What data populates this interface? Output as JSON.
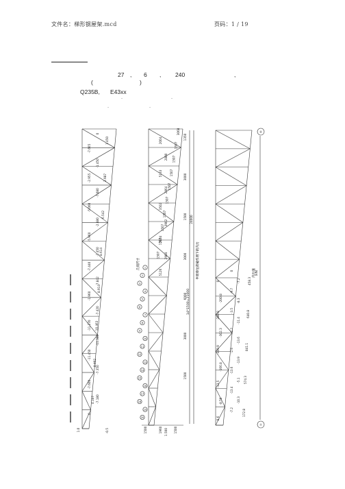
{
  "header": {
    "file_label": "文件名：梯形钢屋架.mcd",
    "page_label": "页码：1 / 19"
  },
  "intro": {
    "span": "27",
    "comma1": ",",
    "spacing": "6",
    "comma2": ",",
    "load": "240",
    "comma3": ",",
    "open_paren": "(",
    "close_paren": ")",
    "steel": "Q235B,",
    "electrode": "E43xx",
    "dot1": "˙",
    "dot2": "˙",
    "dot3": "˙",
    "dot4": "˙"
  },
  "drawing": {
    "left_truss": {
      "members": [
        "0",
        "-7.665",
        "-1.450",
        "-2.955",
        "-7.080",
        "-5.060",
        "-2.880",
        "-5.960",
        "-2.450",
        "-7.440",
        "-7.842",
        "-1.960",
        "-7.420",
        "-11.270",
        "-11.360",
        "-11.450",
        "-7.350",
        "-7.600",
        "-7.180",
        "0"
      ],
      "chords": [
        "1.450",
        "2.987",
        "6.542",
        "8.614",
        "8.914",
        "10.463",
        "8.402",
        "4.107"
      ],
      "base": "-0.5",
      "end": "1.0"
    },
    "middle_truss": {
      "dims_top": [
        "3068",
        "1507",
        "1507",
        "1507",
        "1507",
        "1507",
        "1507",
        "1507",
        "1507",
        "1507"
      ],
      "dims_right": [
        "1350",
        "3000",
        "1500",
        "3000",
        "6000",
        "3000",
        "1500"
      ],
      "total_span": "24000",
      "half_span": "14*1500=21000",
      "panels": [
        "2004",
        "2800",
        "5133",
        "2864",
        "3502",
        "3902",
        "2834",
        "2904",
        "5126"
      ],
      "nodes": [
        "1",
        "2",
        "3",
        "4",
        "5",
        "6",
        "7",
        "8",
        "9",
        "10",
        "11",
        "12",
        "13",
        "14",
        "15",
        "16",
        "17",
        "18",
        "19",
        "20"
      ],
      "bottom_dims": [
        "1500",
        "1960",
        "1500"
      ],
      "label": "几何尺寸",
      "right_label": "半跨单位荷载作用下的内力",
      "bottom_label": "1.500"
    },
    "right_truss": {
      "node_top": "Ⓑ",
      "node_bottom": "Ⓐ",
      "forces": [
        "0",
        "-7.2",
        "-9.7",
        "-8.3",
        "-3.5",
        "-11.4",
        "-6.2",
        "-13.6",
        "-2.6",
        "-13.9",
        "-13.6",
        "-5.1",
        "-13.4",
        "-10.3",
        "-7.2"
      ],
      "chords": [
        "0",
        "-200.8",
        "-280.8",
        "-302.3",
        "-349.9",
        "-166.8",
        "-13.5",
        "-8.50",
        "0.6"
      ],
      "values": [
        "458.3",
        "640.8",
        "841.1",
        "574.3",
        "172.8"
      ],
      "label": "内力值",
      "unit": "(kN)"
    }
  }
}
